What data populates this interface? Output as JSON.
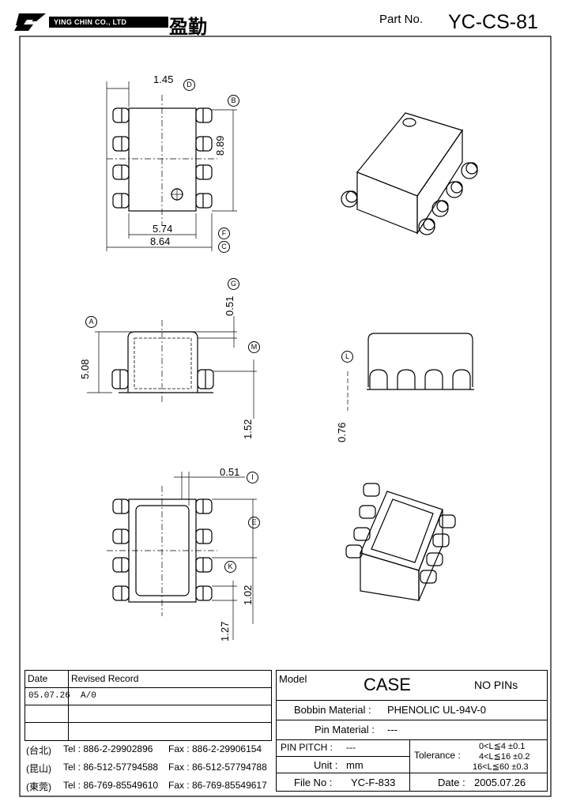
{
  "header": {
    "company_name": "YING CHIN CO., LTD",
    "company_chinese": "盈勤",
    "part_no_label": "Part No.",
    "part_no": "YC-CS-81"
  },
  "dimensions": {
    "top": {
      "d145": "1.45",
      "d889": "8.89",
      "d574": "5.74",
      "d864": "8.64"
    },
    "side": {
      "d051": "0.51",
      "d508": "5.08",
      "d152": "1.52"
    },
    "end": {
      "d076": "0.76"
    },
    "bottom": {
      "d051": "0.51",
      "d102": "1.02",
      "d127": "1.27"
    }
  },
  "callouts": {
    "A": "A",
    "B": "B",
    "C": "C",
    "D": "D",
    "E": "E",
    "F": "F",
    "G": "G",
    "I": "I",
    "K": "K",
    "L": "L",
    "M": "M"
  },
  "revision": {
    "date_header": "Date",
    "record_header": "Revised  Record",
    "rows": [
      {
        "date": "05.07.26",
        "record": "A/0"
      }
    ]
  },
  "contacts": [
    {
      "city": "(台北)",
      "tel": "Tel : 886-2-29902896",
      "fax": "Fax : 886-2-29906154"
    },
    {
      "city": "(昆山)",
      "tel": "Tel : 86-512-57794588",
      "fax": "Fax : 86-512-57794788"
    },
    {
      "city": "(東莞)",
      "tel": "Tel : 86-769-85549610",
      "fax": "Fax : 86-769-85549617"
    }
  ],
  "spec": {
    "model_label": "Model",
    "model": "CASE",
    "pins": "NO PINs",
    "bobbin_label": "Bobbin  Material :",
    "bobbin_value": "PHENOLIC UL-94V-0",
    "pin_material_label": "Pin  Material :",
    "pin_material_value": "---",
    "pin_pitch_label": "PIN  PITCH :",
    "pin_pitch_value": "---",
    "unit_label": "Unit :",
    "unit_value": "mm",
    "file_label": "File  No :",
    "file_value": "YC-F-833",
    "tolerance_label": "Tolerance :",
    "tol1": "0<L≦4   ±0.1",
    "tol2": "4<L≦16 ±0.2",
    "tol3": "16<L≦60 ±0.3",
    "date_label": "Date :",
    "date_value": "2005.07.26"
  }
}
